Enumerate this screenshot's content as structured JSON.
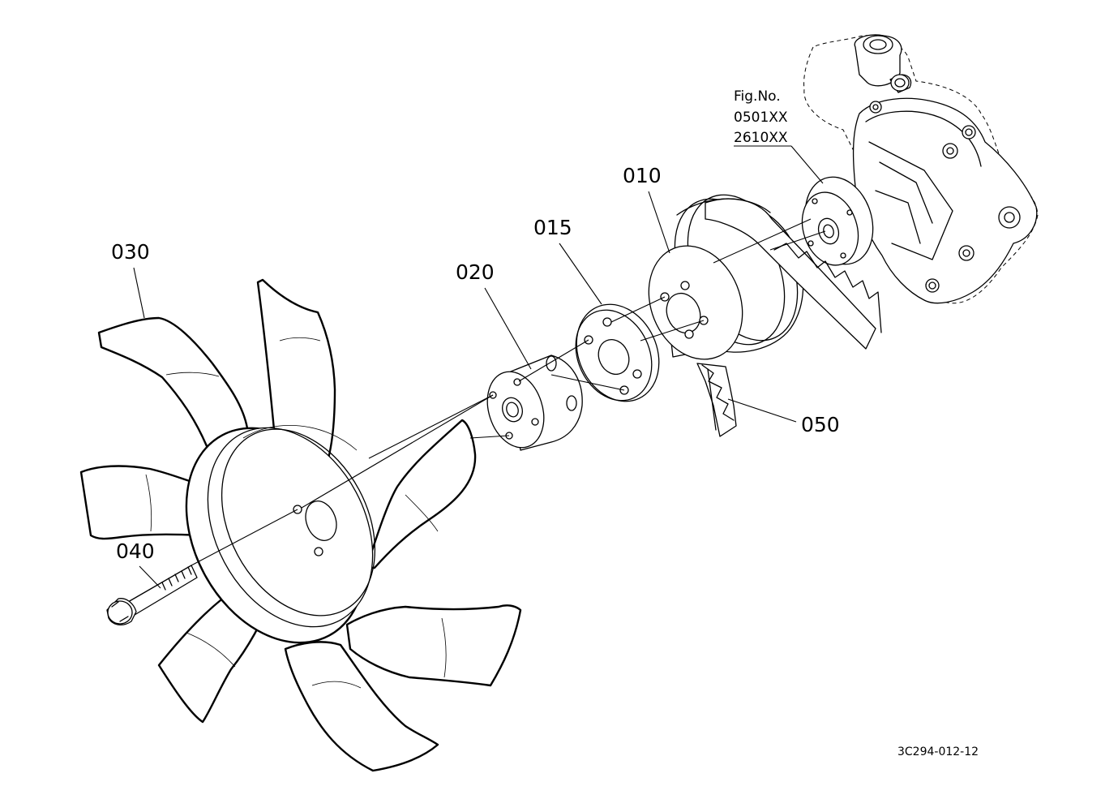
{
  "figure": {
    "part_labels": {
      "fan": "030",
      "spacer": "020",
      "plate": "015",
      "pulley": "010",
      "belt": "050",
      "bolt": "040"
    },
    "reference": {
      "caption": "Fig.No.",
      "numbers": [
        "0501XX",
        "2610XX"
      ]
    },
    "drawing_code": "3C294-012-12"
  }
}
